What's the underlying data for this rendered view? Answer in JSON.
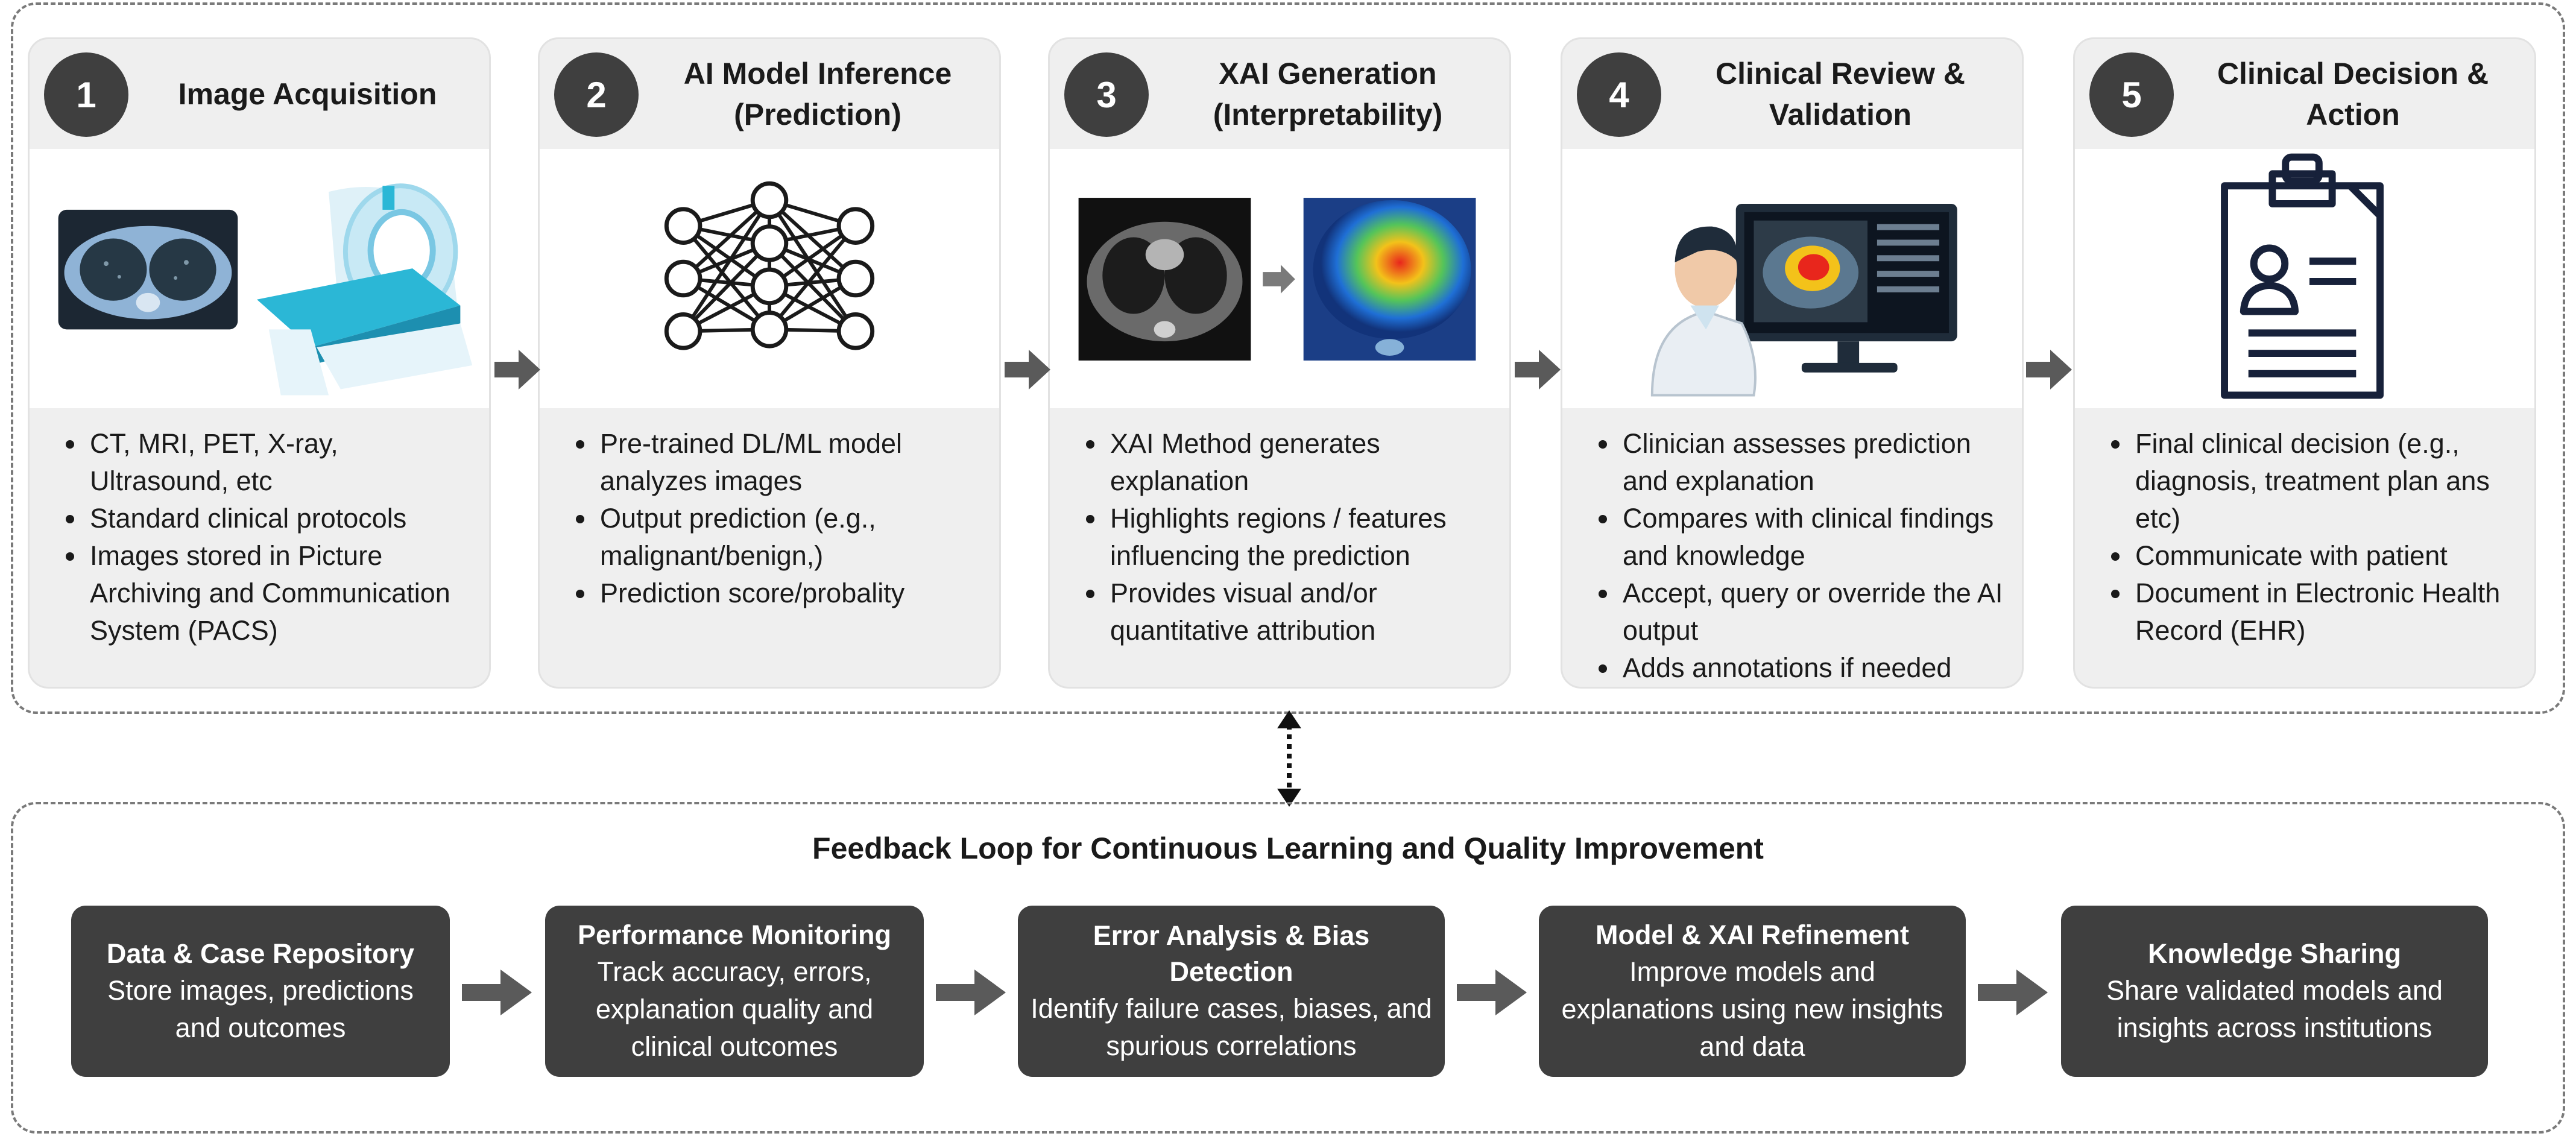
{
  "steps": [
    {
      "number": "1",
      "title": "Image Acquisition",
      "bullets": [
        "CT, MRI, PET, X-ray, Ultrasound, etc",
        "Standard clinical protocols",
        "Images stored in Picture Archiving and Communication System (PACS)"
      ]
    },
    {
      "number": "2",
      "title": "AI Model Inference\n(Prediction)",
      "bullets": [
        "Pre-trained DL/ML model analyzes images",
        "Output prediction (e.g., malignant/benign,)",
        "Prediction score/probality"
      ]
    },
    {
      "number": "3",
      "title": "XAI Generation\n(Interpretability)",
      "bullets": [
        "XAI Method generates explanation",
        "Highlights regions / features influencing the prediction",
        "Provides visual and/or quantitative attribution"
      ]
    },
    {
      "number": "4",
      "title": "Clinical Review &\nValidation",
      "bullets": [
        "Clinician assesses prediction and explanation",
        "Compares with clinical findings and knowledge",
        "Accept, query or override the AI output",
        "Adds annotations if needed"
      ]
    },
    {
      "number": "5",
      "title": "Clinical Decision &\nAction",
      "bullets": [
        "Final clinical decision (e.g., diagnosis, treatment plan ans etc)",
        "Communicate with patient",
        "Document in Electronic Health Record (EHR)"
      ]
    }
  ],
  "feedback": {
    "title": "Feedback Loop for Continuous Learning and Quality Improvement",
    "boxes": [
      {
        "title": "Data & Case Repository",
        "desc": "Store images, predictions and outcomes"
      },
      {
        "title": "Performance Monitoring",
        "desc": "Track accuracy, errors, explanation quality and clinical outcomes"
      },
      {
        "title": "Error Analysis & Bias Detection",
        "desc": "Identify failure cases, biases, and spurious correlations"
      },
      {
        "title": "Model & XAI Refinement",
        "desc": "Improve models and explanations using new insights and data"
      },
      {
        "title": "Knowledge Sharing",
        "desc": "Share validated models and insights across institutions"
      }
    ]
  },
  "colors": {
    "dark_box": "#3f3f3f",
    "card_bg": "#efefef",
    "heatmap_hot": "#e8261c",
    "scanner_accent": "#2bb7d6"
  },
  "icons": [
    "ct-scan-slice-icon",
    "ct-scanner-icon",
    "neural-network-icon",
    "heatmap-overlay-icon",
    "clinician-at-monitor-icon",
    "clinical-clipboard-icon"
  ]
}
